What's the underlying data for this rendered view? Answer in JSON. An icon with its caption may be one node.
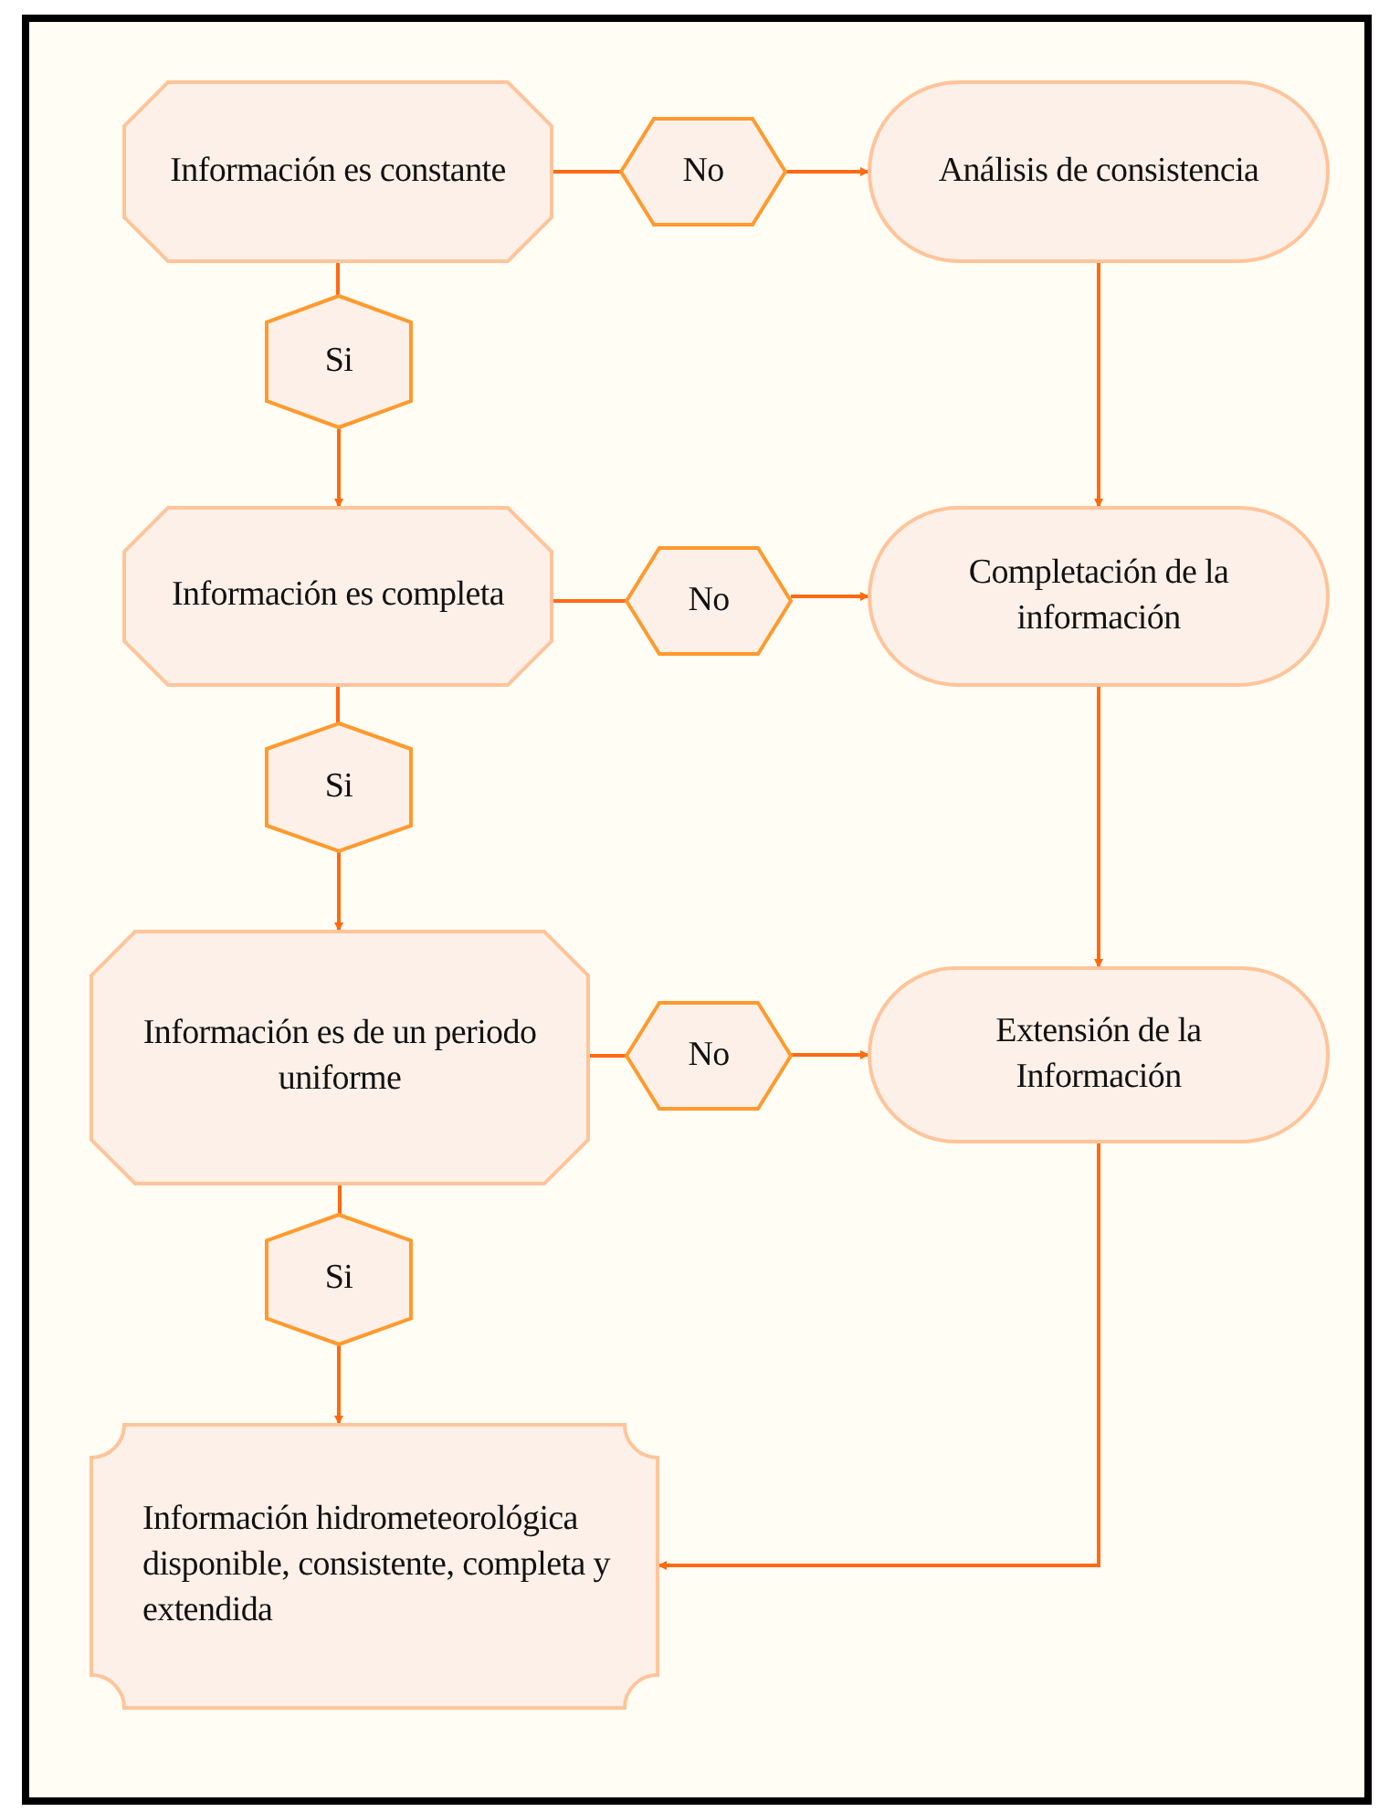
{
  "diagram": {
    "nodes": [
      {
        "text": [
          "Información es constante"
        ]
      },
      {
        "text": [
          "No"
        ]
      },
      {
        "text": [
          "Análisis de consistencia"
        ]
      },
      {
        "text": [
          "Si"
        ]
      },
      {
        "text": [
          "Información es completa"
        ]
      },
      {
        "text": [
          "No"
        ]
      },
      {
        "text": [
          "Completación de la información"
        ]
      },
      {
        "text": [
          "Si"
        ]
      },
      {
        "text": [
          "Información es de un periodo uniforme"
        ]
      },
      {
        "text": [
          "No"
        ]
      },
      {
        "text": [
          "Extensión de la Información"
        ]
      },
      {
        "text": [
          "Si"
        ]
      },
      {
        "text": [
          "Información hidrometeorológica disponible, consistente, completa y extendida"
        ]
      }
    ],
    "edges": [
      {
        "from": 0,
        "to": 1,
        "arrow": "none"
      },
      {
        "from": 1,
        "to": 2,
        "arrow": "to"
      },
      {
        "from": 0,
        "to": 3,
        "arrow": "none"
      },
      {
        "from": 3,
        "to": 4,
        "arrow": "to"
      },
      {
        "from": 2,
        "to": 6,
        "arrow": "to"
      },
      {
        "from": 4,
        "to": 5,
        "arrow": "none"
      },
      {
        "from": 5,
        "to": 6,
        "arrow": "to"
      },
      {
        "from": 4,
        "to": 7,
        "arrow": "none"
      },
      {
        "from": 7,
        "to": 8,
        "arrow": "to"
      },
      {
        "from": 6,
        "to": 10,
        "arrow": "to"
      },
      {
        "from": 8,
        "to": 9,
        "arrow": "none"
      },
      {
        "from": 9,
        "to": 10,
        "arrow": "to"
      },
      {
        "from": 8,
        "to": 11,
        "arrow": "none"
      },
      {
        "from": 11,
        "to": 12,
        "arrow": "to"
      },
      {
        "from": 10,
        "to": 12,
        "arrow": "to"
      }
    ]
  }
}
